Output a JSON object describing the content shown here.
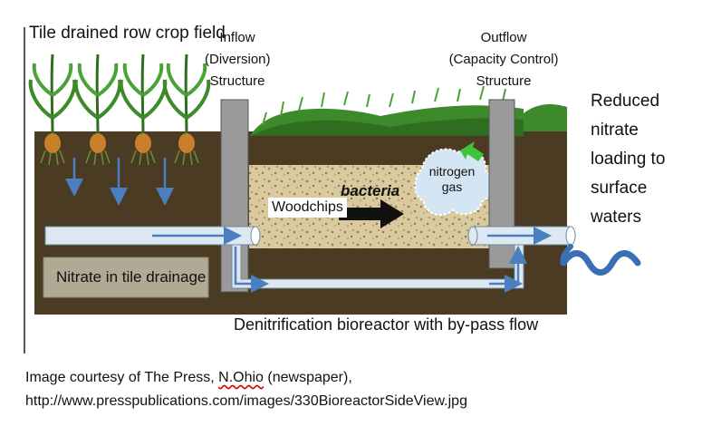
{
  "labels": {
    "field": "Tile drained row crop field",
    "inflow": [
      "Inflow",
      "(Diversion)",
      "Structure"
    ],
    "outflow": [
      "Outflow",
      "(Capacity Control)",
      "Structure"
    ],
    "reduced": [
      "Reduced",
      "nitrate",
      "loading to",
      "surface",
      "waters"
    ],
    "woodchips": "Woodchips",
    "bacteria": "bacteria",
    "nitrogen_gas": [
      "nitrogen",
      "gas"
    ],
    "nitrate_tile": "Nitrate in tile drainage",
    "bottom": "Denitrification bioreactor with by-pass flow"
  },
  "caption": {
    "line1_prefix": "Image courtesy of The Press, ",
    "line1_underlined": "N.Ohio",
    "line1_suffix": " (newspaper),",
    "line2": "http://www.presspublications.com/images/330BioreactorSideView.jpg"
  },
  "colors": {
    "soil": "#4a3b22",
    "grass": "#3d8a2a",
    "woodchip": "#d8c9a0",
    "pipe": "#dde8f0",
    "flow_arrow": "#4a7fc1",
    "concrete": "#9a9a9a",
    "nitrate_box": "#b1a994",
    "nitrogen_cloud": "#cfe3f2"
  }
}
